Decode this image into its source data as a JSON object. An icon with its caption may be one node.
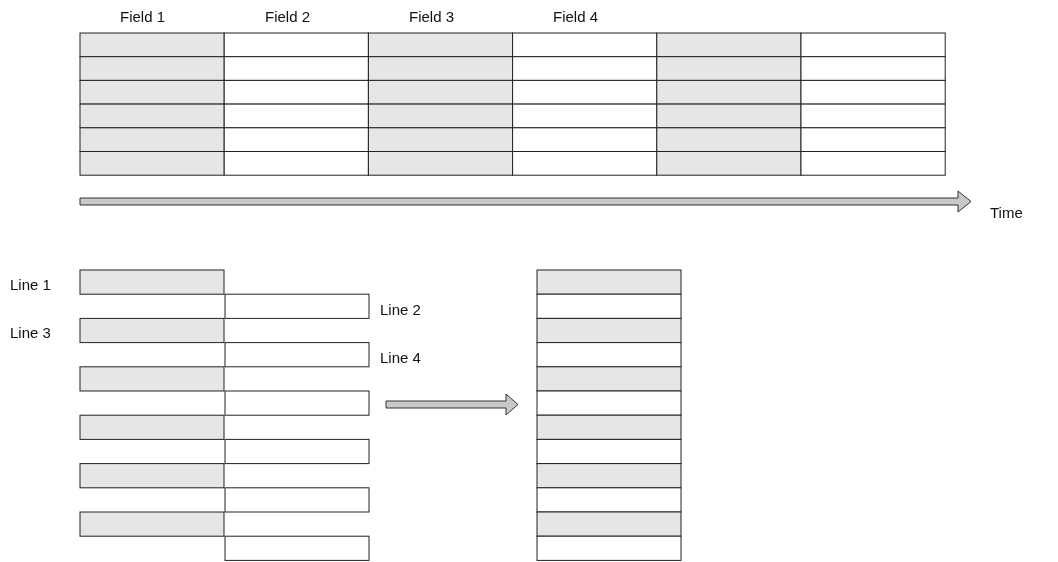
{
  "diagram": {
    "labels": [
      "Field 1",
      "Field 2",
      "Field 3",
      "Field 4",
      "Time",
      "Line 1",
      "Line 2",
      "Line 3",
      "Line 4"
    ]
  }
}
